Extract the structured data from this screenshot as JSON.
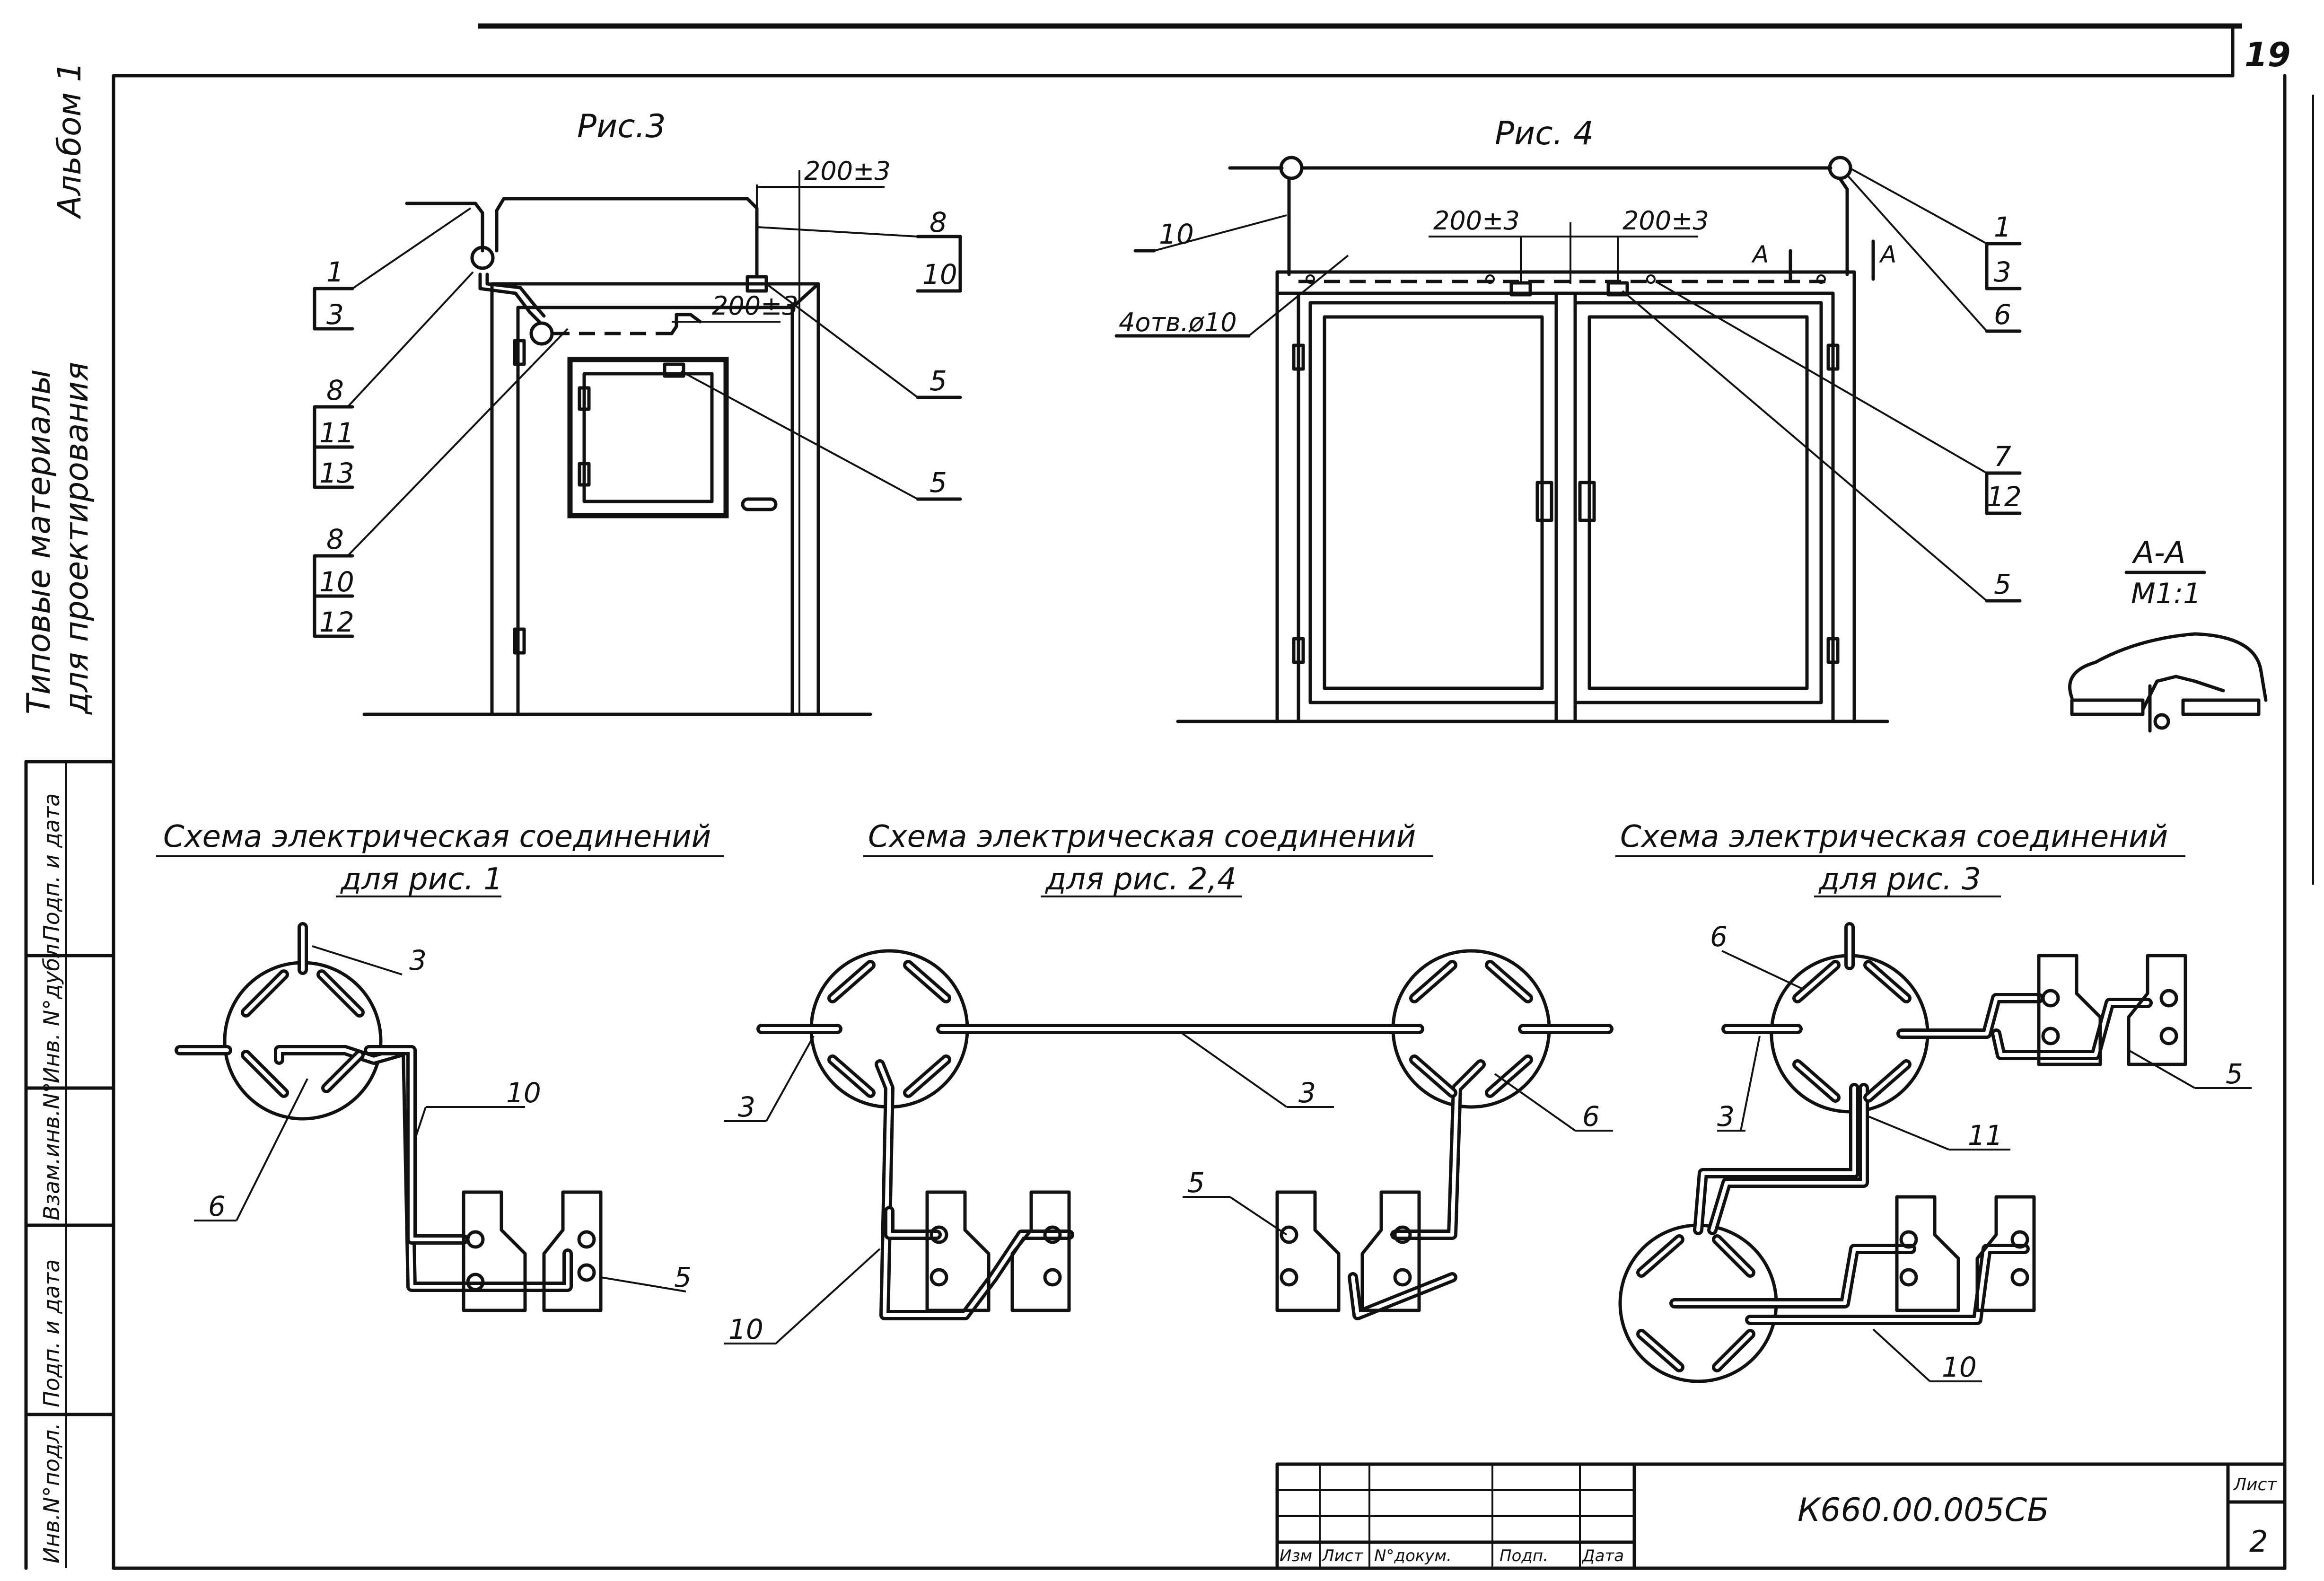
{
  "sheet": {
    "page_number": "19",
    "album": "Альбом 1",
    "side_title_1": "Типовые материалы",
    "side_title_2": "для проектирования",
    "side_fields": [
      "Подп. и дата",
      "Инв. N°дубл.",
      "Взам.инв.N°",
      "Подп. и дата",
      "Инв.N°подл."
    ]
  },
  "fig3": {
    "title": "Рис.3",
    "dim": "200±3",
    "dim2": "200±3",
    "labels": {
      "l1": "1",
      "l3": "3",
      "l8a": "8",
      "l11": "11",
      "l13": "13",
      "l8b": "8",
      "l10b": "10",
      "l12": "12",
      "l8r": "8",
      "l10r": "10",
      "l5a": "5",
      "l5b": "5"
    }
  },
  "fig4": {
    "title": "Рис. 4",
    "dim_left": "200±3",
    "dim_right": "200±3",
    "holes": "4отв.ø10",
    "section_mark": "А",
    "labels": {
      "l10": "10",
      "l1": "1",
      "l3": "3",
      "l6": "6",
      "l7": "7",
      "l12": "12",
      "l5": "5"
    }
  },
  "section": {
    "title": "А-А",
    "scale": "М1:1"
  },
  "schemes": [
    {
      "title": "Схема электрическая соединений",
      "subtitle": "для рис. 1",
      "labels": {
        "a": "3",
        "b": "10",
        "c": "6",
        "d": "5"
      }
    },
    {
      "title": "Схема электрическая соединений",
      "subtitle": "для рис. 2,4",
      "labels": {
        "a": "3",
        "b": "3",
        "c": "6",
        "d": "5",
        "e": "10"
      }
    },
    {
      "title": "Схема электрическая соединений",
      "subtitle": "для рис. 3",
      "labels": {
        "a": "6",
        "b": "3",
        "c": "11",
        "d": "5",
        "e": "10"
      }
    }
  ],
  "stamp": {
    "code": "К660.00.005СБ",
    "sheet_label": "Лист",
    "sheet_no": "2",
    "cols": [
      "Изм",
      "Лист",
      "N°докум.",
      "Подп.",
      "Дата"
    ]
  }
}
